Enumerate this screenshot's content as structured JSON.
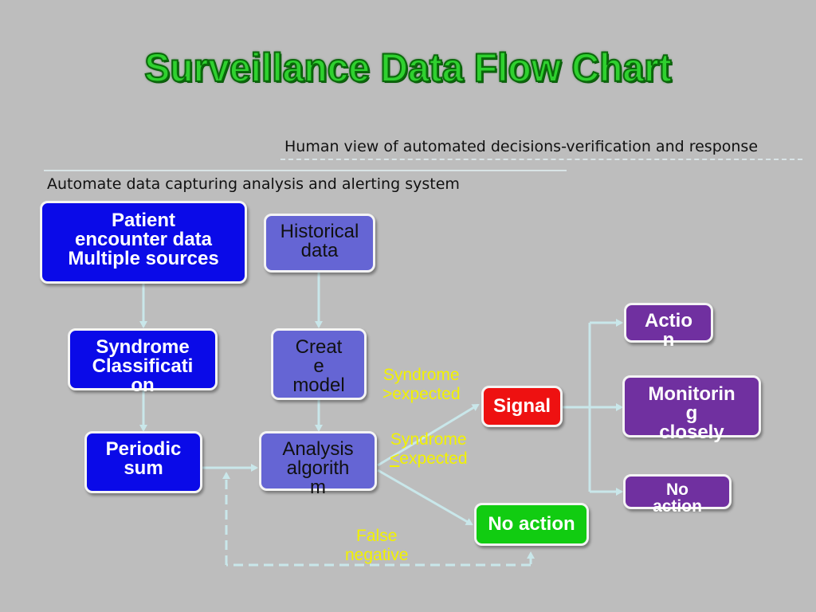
{
  "title": "Surveillance Data Flow Chart",
  "captions": {
    "human_view": "Human view of automated decisions-verification and response",
    "automate": "Automate data capturing analysis and alerting system"
  },
  "nodes": {
    "patient": [
      "Patient",
      "encounter data",
      "Multiple sources"
    ],
    "historical": [
      "Historical",
      "data"
    ],
    "syndrome": [
      "Syndrome",
      "Classificati",
      "on"
    ],
    "create_model": [
      "Creat",
      "e",
      "model"
    ],
    "periodic": [
      "Periodic",
      "sum"
    ],
    "analysis": [
      "Analysis",
      "algorith",
      "m"
    ],
    "signal": "Signal",
    "no_action_green": "No action",
    "action": [
      "Actio",
      "n"
    ],
    "monitoring": [
      "Monitorin",
      "g",
      "closely"
    ],
    "no_action_purple": [
      "No",
      "action"
    ]
  },
  "edge_labels": {
    "above": [
      "Syndrome",
      ">expected"
    ],
    "below_1": "Syndrome",
    "below_2_symbol": "<",
    "below_2_rest": "expected",
    "false_negative": [
      "False",
      "negative"
    ]
  },
  "colors": {
    "title_green": "#2fd12f",
    "arrow": "#c9e7ea",
    "caption_yellow": "#f2f200",
    "blue_box": "#0a0ae8",
    "lavender_box": "#6565d4",
    "purple_box": "#7030a0",
    "signal_red": "#ee1111",
    "no_action_green": "#11cc11"
  }
}
